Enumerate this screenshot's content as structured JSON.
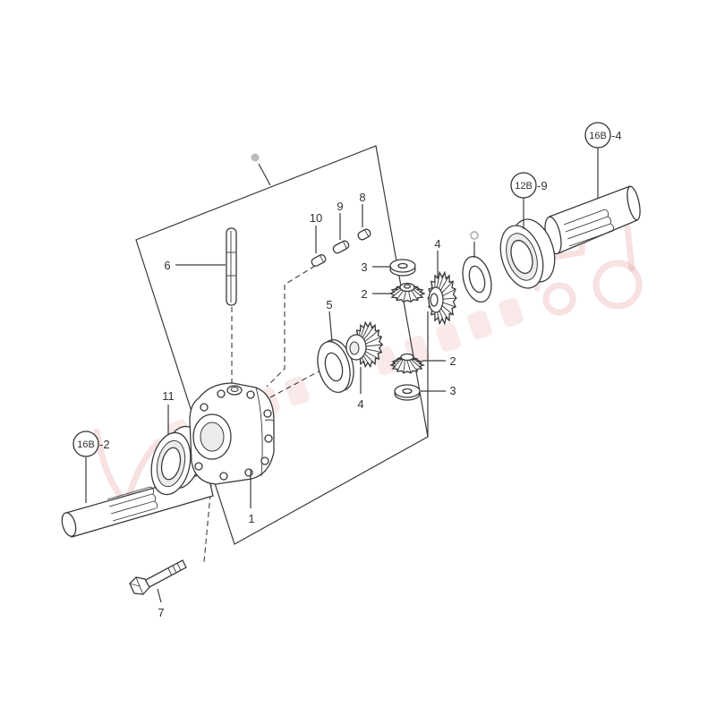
{
  "diagram": {
    "refs": [
      {
        "code": "16B",
        "suffix": "-4"
      },
      {
        "code": "12B",
        "suffix": "-9"
      },
      {
        "code": "16B",
        "suffix": "-2"
      }
    ],
    "callouts": {
      "case": "1",
      "pinion_upper": "2",
      "pinion_lower": "2",
      "washer_upper": "3",
      "washer_lower": "3",
      "side_gear_right": "4",
      "side_gear_left": "4",
      "thrust_washer": "5",
      "pinion_shaft": "6",
      "bolt": "7",
      "pin_a": "8",
      "pin_b": "9",
      "pin_c": "10",
      "bearing": "11"
    },
    "colors": {
      "line": "#3a3a3a",
      "watermark": "#e29595",
      "marker": "#bbbbbb"
    }
  }
}
